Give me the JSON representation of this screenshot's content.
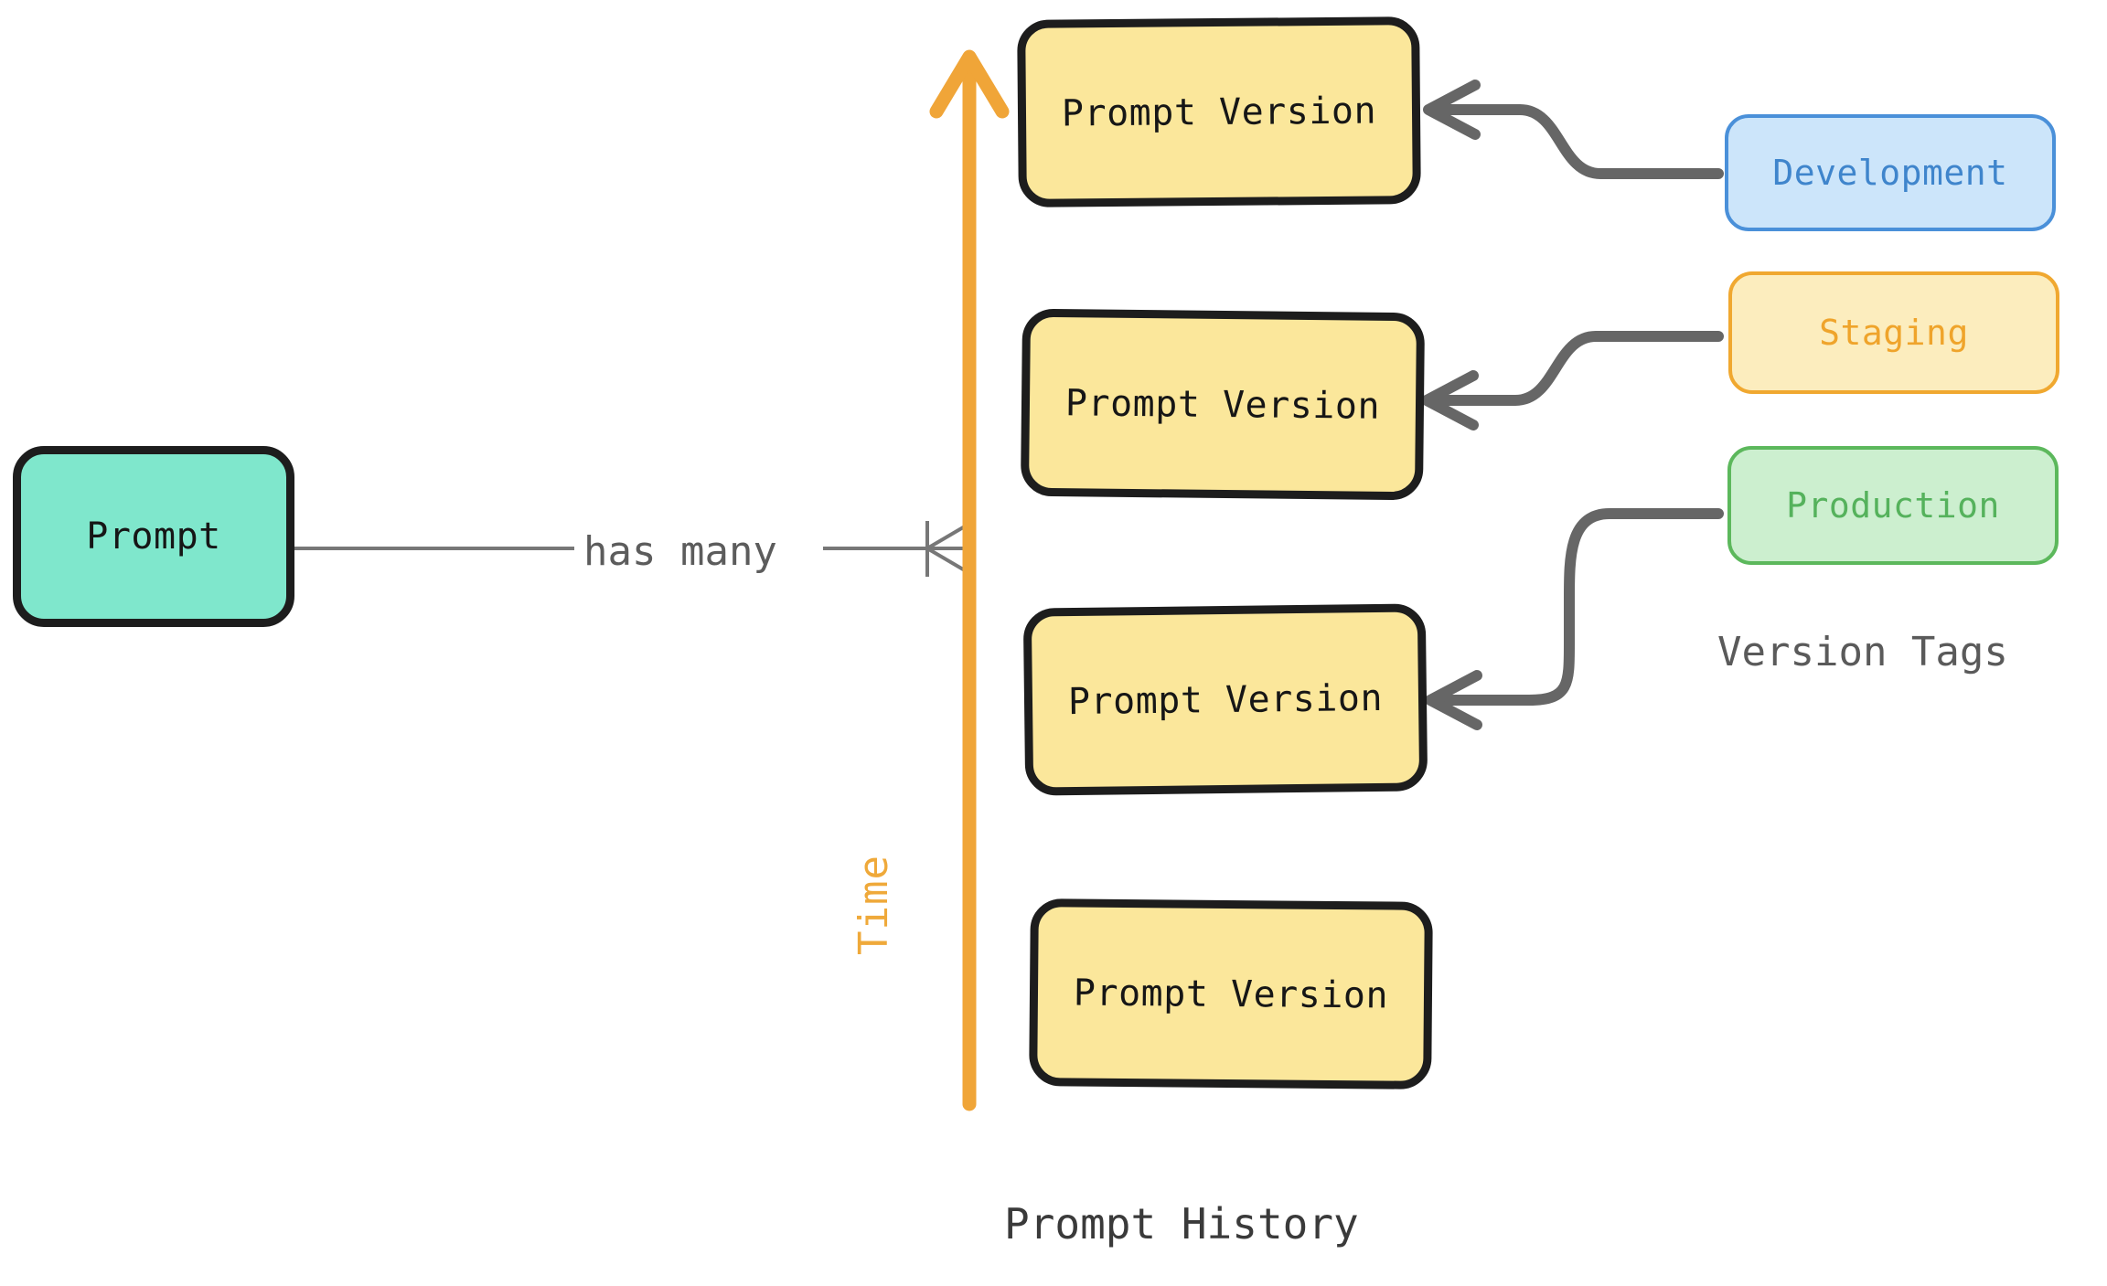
{
  "diagram": {
    "title_caption_history": "Prompt History",
    "title_caption_tags": "Version Tags",
    "relationship_label": "has many",
    "time_axis_label": "Time",
    "colors": {
      "prompt_fill": "#7FE7CC",
      "version_fill": "#FBE79B",
      "entity_border": "#1D1D1D",
      "development_fill": "#CCE5FA",
      "development_stroke": "#4A90D9",
      "staging_fill": "#FCEDBE",
      "staging_stroke": "#F0A830",
      "production_fill": "#CCEFCF",
      "production_stroke": "#5CB85C",
      "time_axis": "#F0A538",
      "connector": "#666666",
      "relationship_line": "#777777",
      "caption_text": "#4D4D4D"
    }
  },
  "prompt_entity": {
    "label": "Prompt"
  },
  "prompt_versions": [
    {
      "label": "Prompt Version"
    },
    {
      "label": "Prompt Version"
    },
    {
      "label": "Prompt Version"
    },
    {
      "label": "Prompt Version"
    }
  ],
  "version_tags": [
    {
      "label": "Development",
      "target_version_index": 0
    },
    {
      "label": "Staging",
      "target_version_index": 1
    },
    {
      "label": "Production",
      "target_version_index": 2
    }
  ]
}
